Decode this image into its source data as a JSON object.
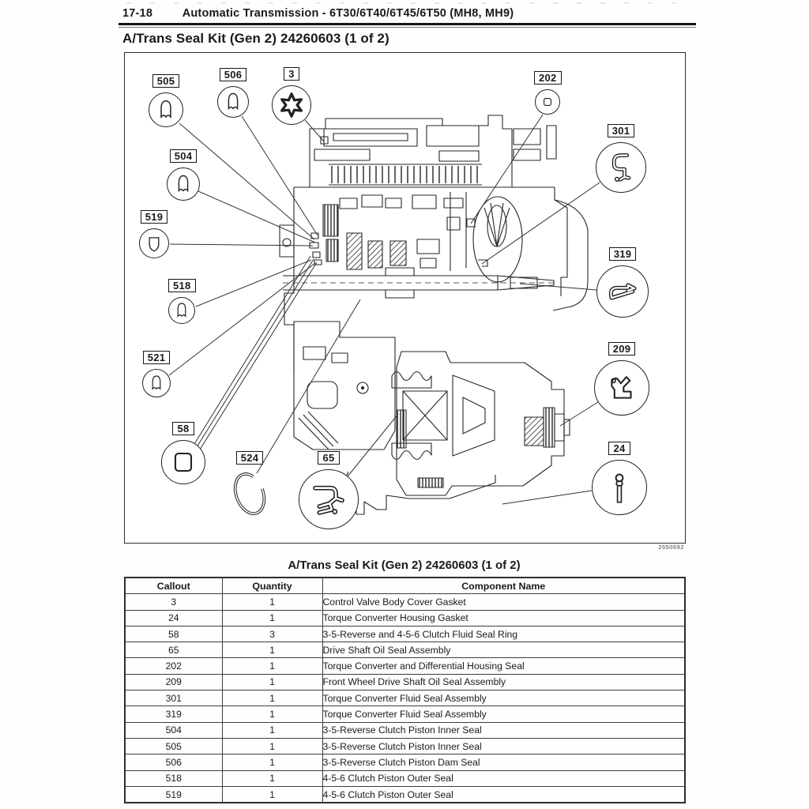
{
  "header": {
    "page_number": "17-18",
    "chapter_title": "Automatic Transmission - 6T30/6T40/6T45/6T50 (MH8, MH9)",
    "doc_title": "A/Trans Seal Kit (Gen 2) 24260603 (1 of 2)"
  },
  "figure": {
    "figure_number": "2650692",
    "callouts": [
      {
        "label": "505",
        "icon": "piston-inner-seal"
      },
      {
        "label": "506",
        "icon": "piston-dam-seal"
      },
      {
        "label": "3",
        "icon": "valve-body-cover-gasket"
      },
      {
        "label": "202",
        "icon": "housing-seal"
      },
      {
        "label": "301",
        "icon": "fluid-seal-assembly"
      },
      {
        "label": "504",
        "icon": "piston-inner-seal"
      },
      {
        "label": "519",
        "icon": "piston-outer-seal"
      },
      {
        "label": "518",
        "icon": "piston-outer-seal"
      },
      {
        "label": "319",
        "icon": "fluid-seal-assembly"
      },
      {
        "label": "521",
        "icon": "piston-seal"
      },
      {
        "label": "209",
        "icon": "drive-shaft-oil-seal"
      },
      {
        "label": "58",
        "icon": "clutch-fluid-seal-ring"
      },
      {
        "label": "524",
        "icon": "snap-ring"
      },
      {
        "label": "65",
        "icon": "drive-shaft-oil-seal-assembly"
      },
      {
        "label": "24",
        "icon": "torque-converter-housing-gasket"
      }
    ]
  },
  "table": {
    "title": "A/Trans Seal Kit (Gen 2) 24260603 (1 of 2)",
    "columns": [
      "Callout",
      "Quantity",
      "Component Name"
    ],
    "rows": [
      [
        "3",
        "1",
        "Control Valve Body Cover Gasket"
      ],
      [
        "24",
        "1",
        "Torque Converter Housing Gasket"
      ],
      [
        "58",
        "3",
        "3-5-Reverse and 4-5-6 Clutch Fluid Seal Ring"
      ],
      [
        "65",
        "1",
        "Drive Shaft Oil Seal Assembly"
      ],
      [
        "202",
        "1",
        "Torque Converter and Differential Housing Seal"
      ],
      [
        "209",
        "1",
        "Front Wheel Drive Shaft Oil Seal Assembly"
      ],
      [
        "301",
        "1",
        "Torque Converter Fluid Seal Assembly"
      ],
      [
        "319",
        "1",
        "Torque Converter Fluid Seal Assembly"
      ],
      [
        "504",
        "1",
        "3-5-Reverse Clutch Piston Inner Seal"
      ],
      [
        "505",
        "1",
        "3-5-Reverse Clutch Piston Inner Seal"
      ],
      [
        "506",
        "1",
        "3-5-Reverse Clutch Piston Dam Seal"
      ],
      [
        "518",
        "1",
        "4-5-6 Clutch Piston Outer Seal"
      ],
      [
        "519",
        "1",
        "4-5-6 Clutch Piston Outer Seal"
      ]
    ]
  }
}
